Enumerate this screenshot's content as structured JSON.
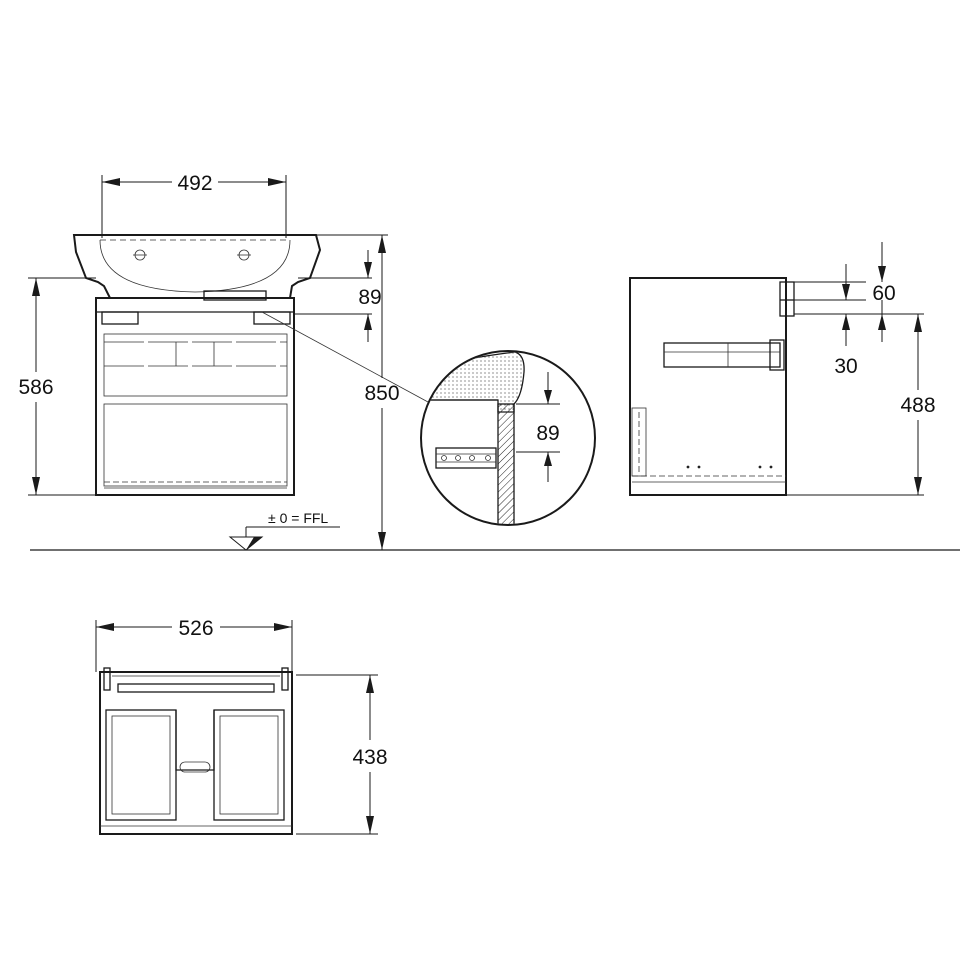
{
  "dimensions": {
    "basin_width": "492",
    "gap_top": "89",
    "cabinet_height": "586",
    "total_height": "850",
    "detail_gap": "89",
    "side_top_offset": "60",
    "side_gap": "30",
    "side_height": "488",
    "plan_width": "526",
    "plan_depth": "438"
  },
  "labels": {
    "floor_level": "± 0 = FFL"
  },
  "colors": {
    "line": "#1a1a1a",
    "background": "#ffffff"
  }
}
